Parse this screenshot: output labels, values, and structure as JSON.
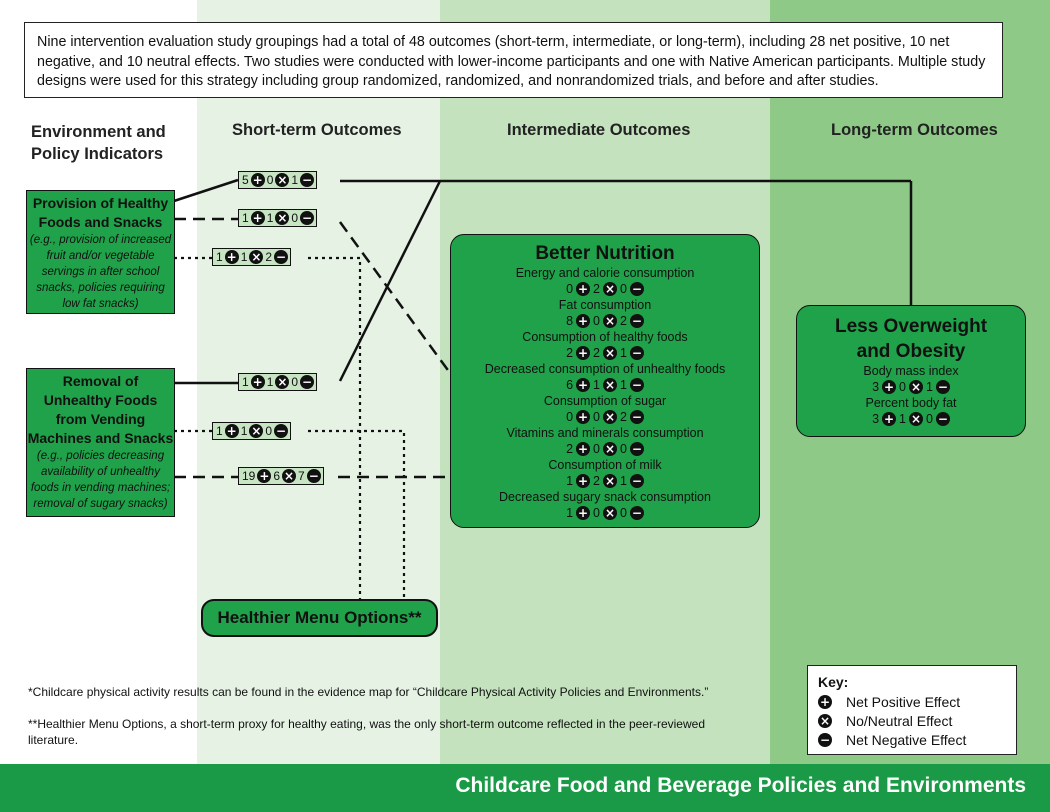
{
  "summary": "Nine intervention evaluation study groupings had a total of 48 outcomes (short-term, intermediate, or long-term), including 28 net positive, 10 net negative, and 10 neutral effects. Two studies were conducted with lower-income participants and one with Native American participants.  Multiple study designs were used for this strategy including group randomized, randomized, and nonrandomized trials, and before and after studies.",
  "columns": {
    "env_line1": "Environment and",
    "env_line2": "Policy Indicators",
    "short": "Short-term Outcomes",
    "intermediate": "Intermediate Outcomes",
    "long": "Long-term Outcomes"
  },
  "indicators": [
    {
      "title_lines": [
        "Provision of Healthy",
        "Foods and Snacks"
      ],
      "example_lines": [
        "(e.g., provision of increased",
        "fruit and/or vegetable",
        "servings in after school",
        "snacks, policies requiring",
        "low fat snacks)"
      ]
    },
    {
      "title_lines": [
        "Removal of",
        "Unhealthy Foods",
        "from Vending",
        "Machines and Snacks"
      ],
      "example_lines": [
        "(e.g., policies decreasing",
        "availability of unhealthy",
        "foods in vending machines;",
        "removal of sugary snacks)"
      ]
    }
  ],
  "chips": [
    {
      "pos": "5",
      "neu": "0",
      "neg": "1"
    },
    {
      "pos": "1",
      "neu": "1",
      "neg": "0"
    },
    {
      "pos": "1",
      "neu": "1",
      "neg": "2"
    },
    {
      "pos": "1",
      "neu": "1",
      "neg": "0"
    },
    {
      "pos": "1",
      "neu": "1",
      "neg": "0"
    },
    {
      "pos": "19",
      "neu": "6",
      "neg": "7"
    }
  ],
  "better_nutrition": {
    "title": "Better Nutrition",
    "items": [
      {
        "label": "Energy and calorie consumption",
        "pos": "0",
        "neu": "2",
        "neg": "0"
      },
      {
        "label": "Fat consumption",
        "pos": "8",
        "neu": "0",
        "neg": "2"
      },
      {
        "label": "Consumption of healthy foods",
        "pos": "2",
        "neu": "2",
        "neg": "1"
      },
      {
        "label": "Decreased consumption of unhealthy foods",
        "pos": "6",
        "neu": "1",
        "neg": "1"
      },
      {
        "label": "Consumption of sugar",
        "pos": "0",
        "neu": "0",
        "neg": "2"
      },
      {
        "label": "Vitamins and minerals consumption",
        "pos": "2",
        "neu": "0",
        "neg": "0"
      },
      {
        "label": "Consumption of milk",
        "pos": "1",
        "neu": "2",
        "neg": "1"
      },
      {
        "label": "Decreased sugary snack consumption",
        "pos": "1",
        "neu": "0",
        "neg": "0"
      }
    ]
  },
  "overweight": {
    "title_line1": "Less Overweight",
    "title_line2": "and Obesity",
    "items": [
      {
        "label": "Body mass index",
        "pos": "3",
        "neu": "0",
        "neg": "1"
      },
      {
        "label": "Percent body fat",
        "pos": "3",
        "neu": "1",
        "neg": "0"
      }
    ]
  },
  "menu_options": "Healthier Menu Options**",
  "footnotes": {
    "note1": "*Childcare physical activity results can be found in the evidence map for “Childcare Physical Activity Policies and Environments.”",
    "note2_line1": "**Healthier Menu Options, a short-term proxy for healthy eating, was the only short-term outcome reflected in the peer-reviewed",
    "note2_line2": "literature."
  },
  "key": {
    "title": "Key:",
    "positive": "Net Positive Effect",
    "neutral": "No/Neutral Effect",
    "negative": "Net Negative Effect"
  },
  "symbols": {
    "positive": "+",
    "neutral": "×",
    "negative": "−"
  },
  "footer_title": "Childcare Food and Beverage Policies and Environments",
  "colors": {
    "box_green": "#1fa24a",
    "chip_fill": "#c7e5c2",
    "col2": "#e6f3e4",
    "col3": "#c3e2bd",
    "col4": "#8ec987",
    "footer": "#1a9a46"
  }
}
